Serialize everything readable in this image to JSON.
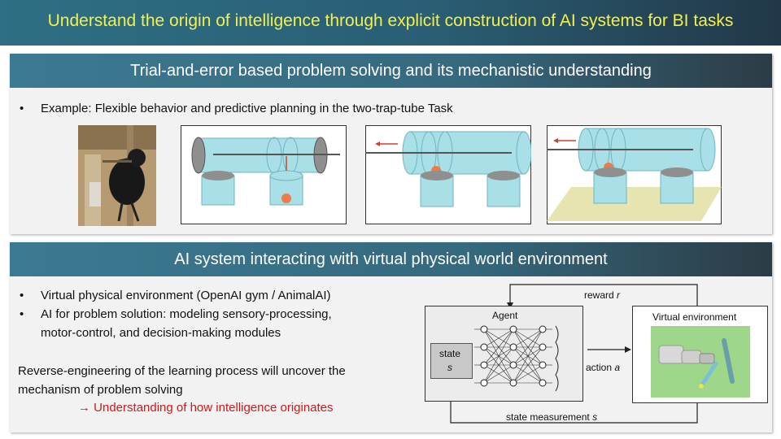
{
  "title": "Understand the origin of intelligence through explicit construction of AI systems for BI tasks",
  "panel1": {
    "heading": "Trial-and-error based problem solving and its mechanistic understanding",
    "bullet": "Example: Flexible behavior and predictive planning in the two-trap-tube Task"
  },
  "panel2": {
    "heading": "AI system interacting with virtual physical world environment",
    "bullets": [
      "Virtual physical environment (OpenAI gym / AnimalAI)",
      "AI for problem solution: modeling sensory-processing,",
      "motor-control, and decision-making modules"
    ],
    "paragraph_line1": "Reverse-engineering of the learning process will uncover the",
    "paragraph_line2": "mechanism of problem solving",
    "conclusion": "→ Understanding of how intelligence originates"
  },
  "diagram": {
    "agent_label": "Agent",
    "state_label": "state",
    "state_symbol": "s",
    "env_label": "Virtual environment",
    "reward_label": "reward",
    "reward_symbol": "r",
    "action_label": "action",
    "action_symbol": "a",
    "measurement_label": "state measurement",
    "measurement_symbol": "s"
  },
  "colors": {
    "title_text": "#f4f04a",
    "header_bg": "#35697e",
    "tube": "#a9dfe6",
    "ball": "#f07a4a",
    "arrow": "#d04030",
    "env_bg": "#9ed68a",
    "conclusion": "#d01818"
  },
  "icons": [
    "crow-photo",
    "trap-tube-illustration",
    "neural-network",
    "robot-arm-render"
  ]
}
